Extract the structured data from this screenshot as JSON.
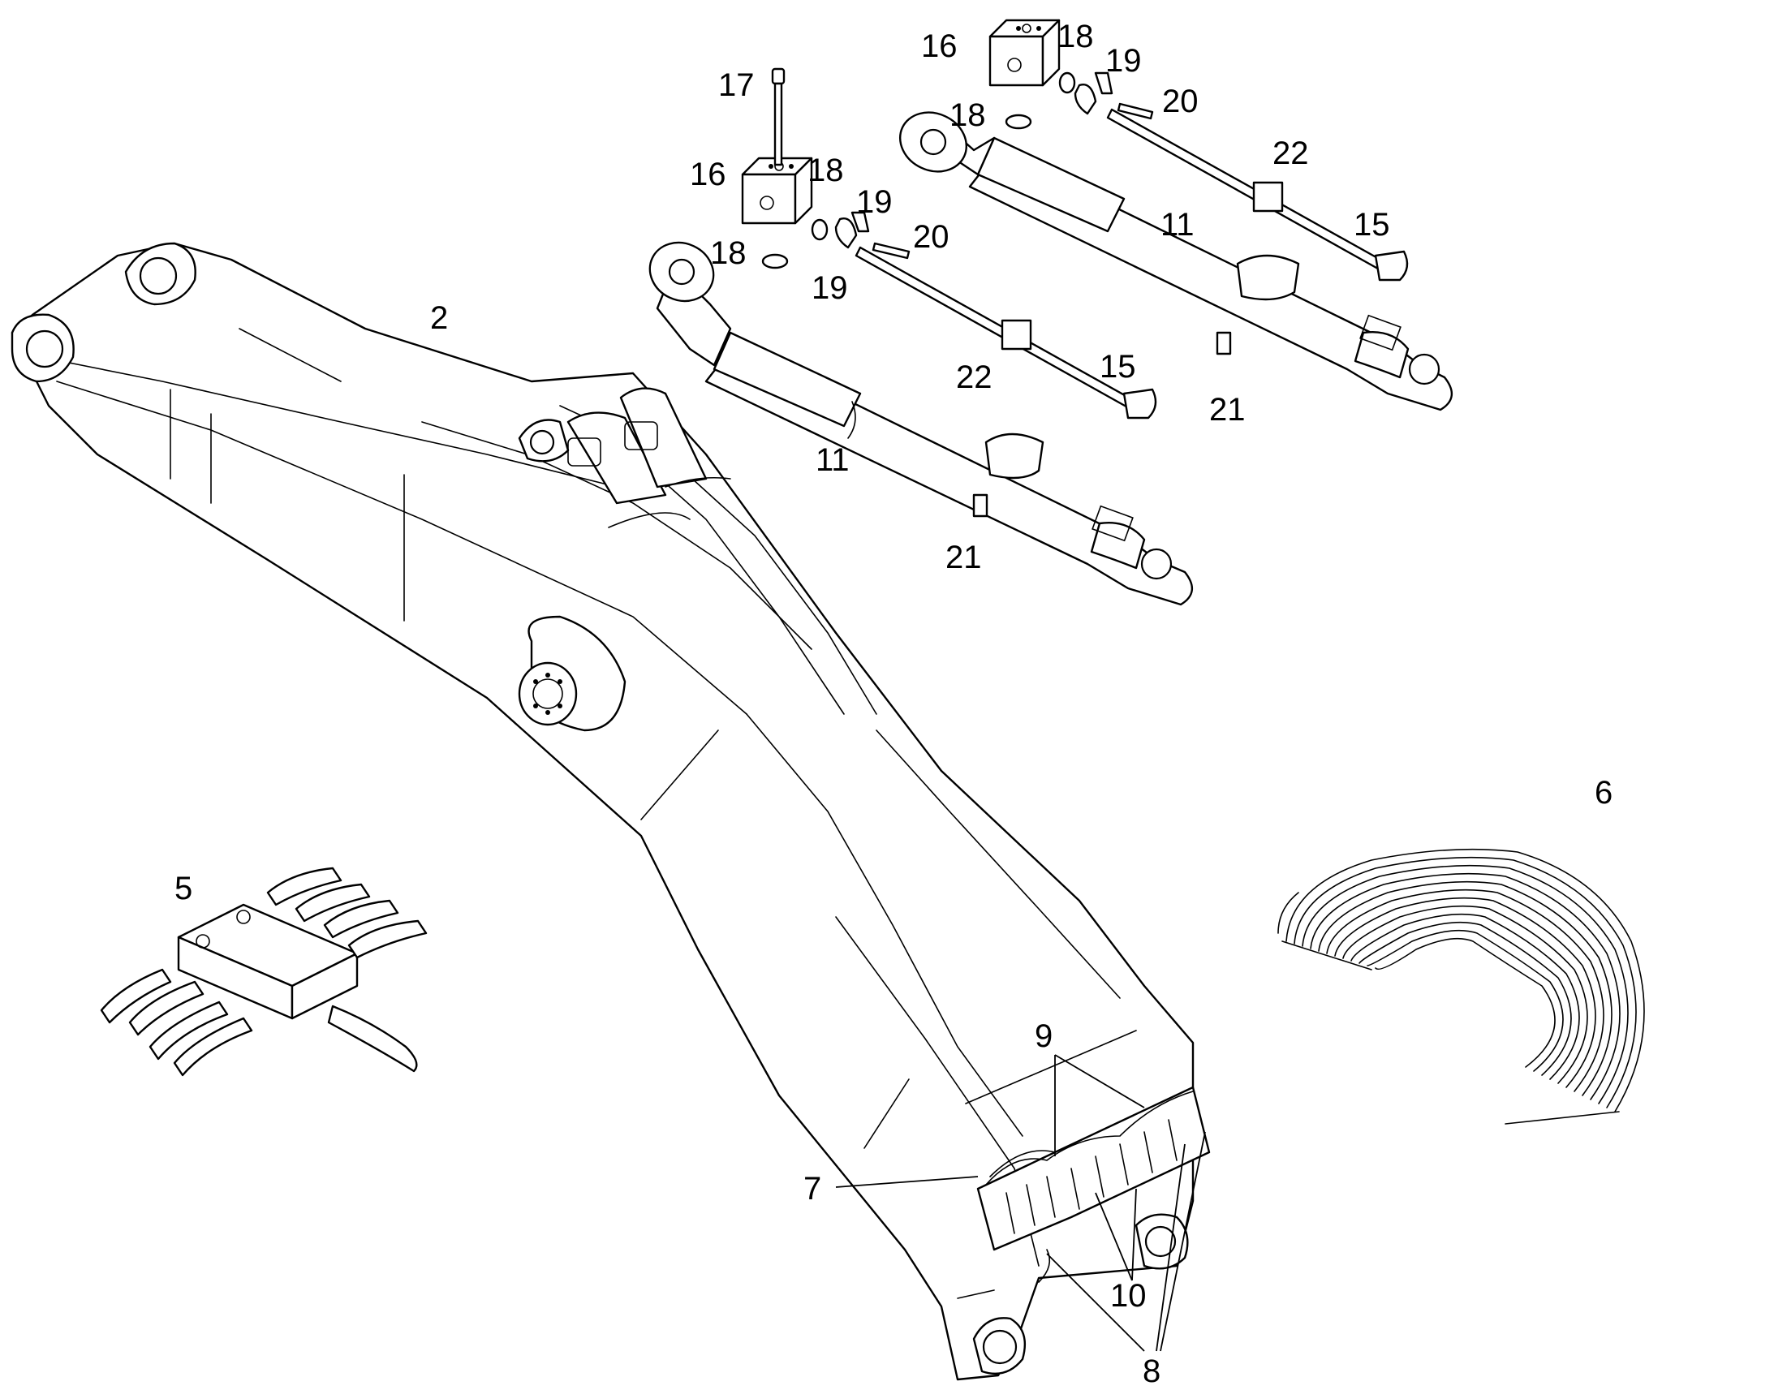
{
  "labels": {
    "l2": "2",
    "l5": "5",
    "l6": "6",
    "l7": "7",
    "l8": "8",
    "l9": "9",
    "l10": "10",
    "l11a": "11",
    "l11b": "11",
    "l15a": "15",
    "l15b": "15",
    "l16a": "16",
    "l16b": "16",
    "l17": "17",
    "l18a": "18",
    "l18b": "18",
    "l18c": "18",
    "l18d": "18",
    "l19a": "19",
    "l19b": "19",
    "l19c": "19",
    "l20a": "20",
    "l20b": "20",
    "l21a": "21",
    "l21b": "21",
    "l22a": "22",
    "l22b": "22"
  },
  "colors": {
    "line": "#000000",
    "background": "#ffffff"
  }
}
